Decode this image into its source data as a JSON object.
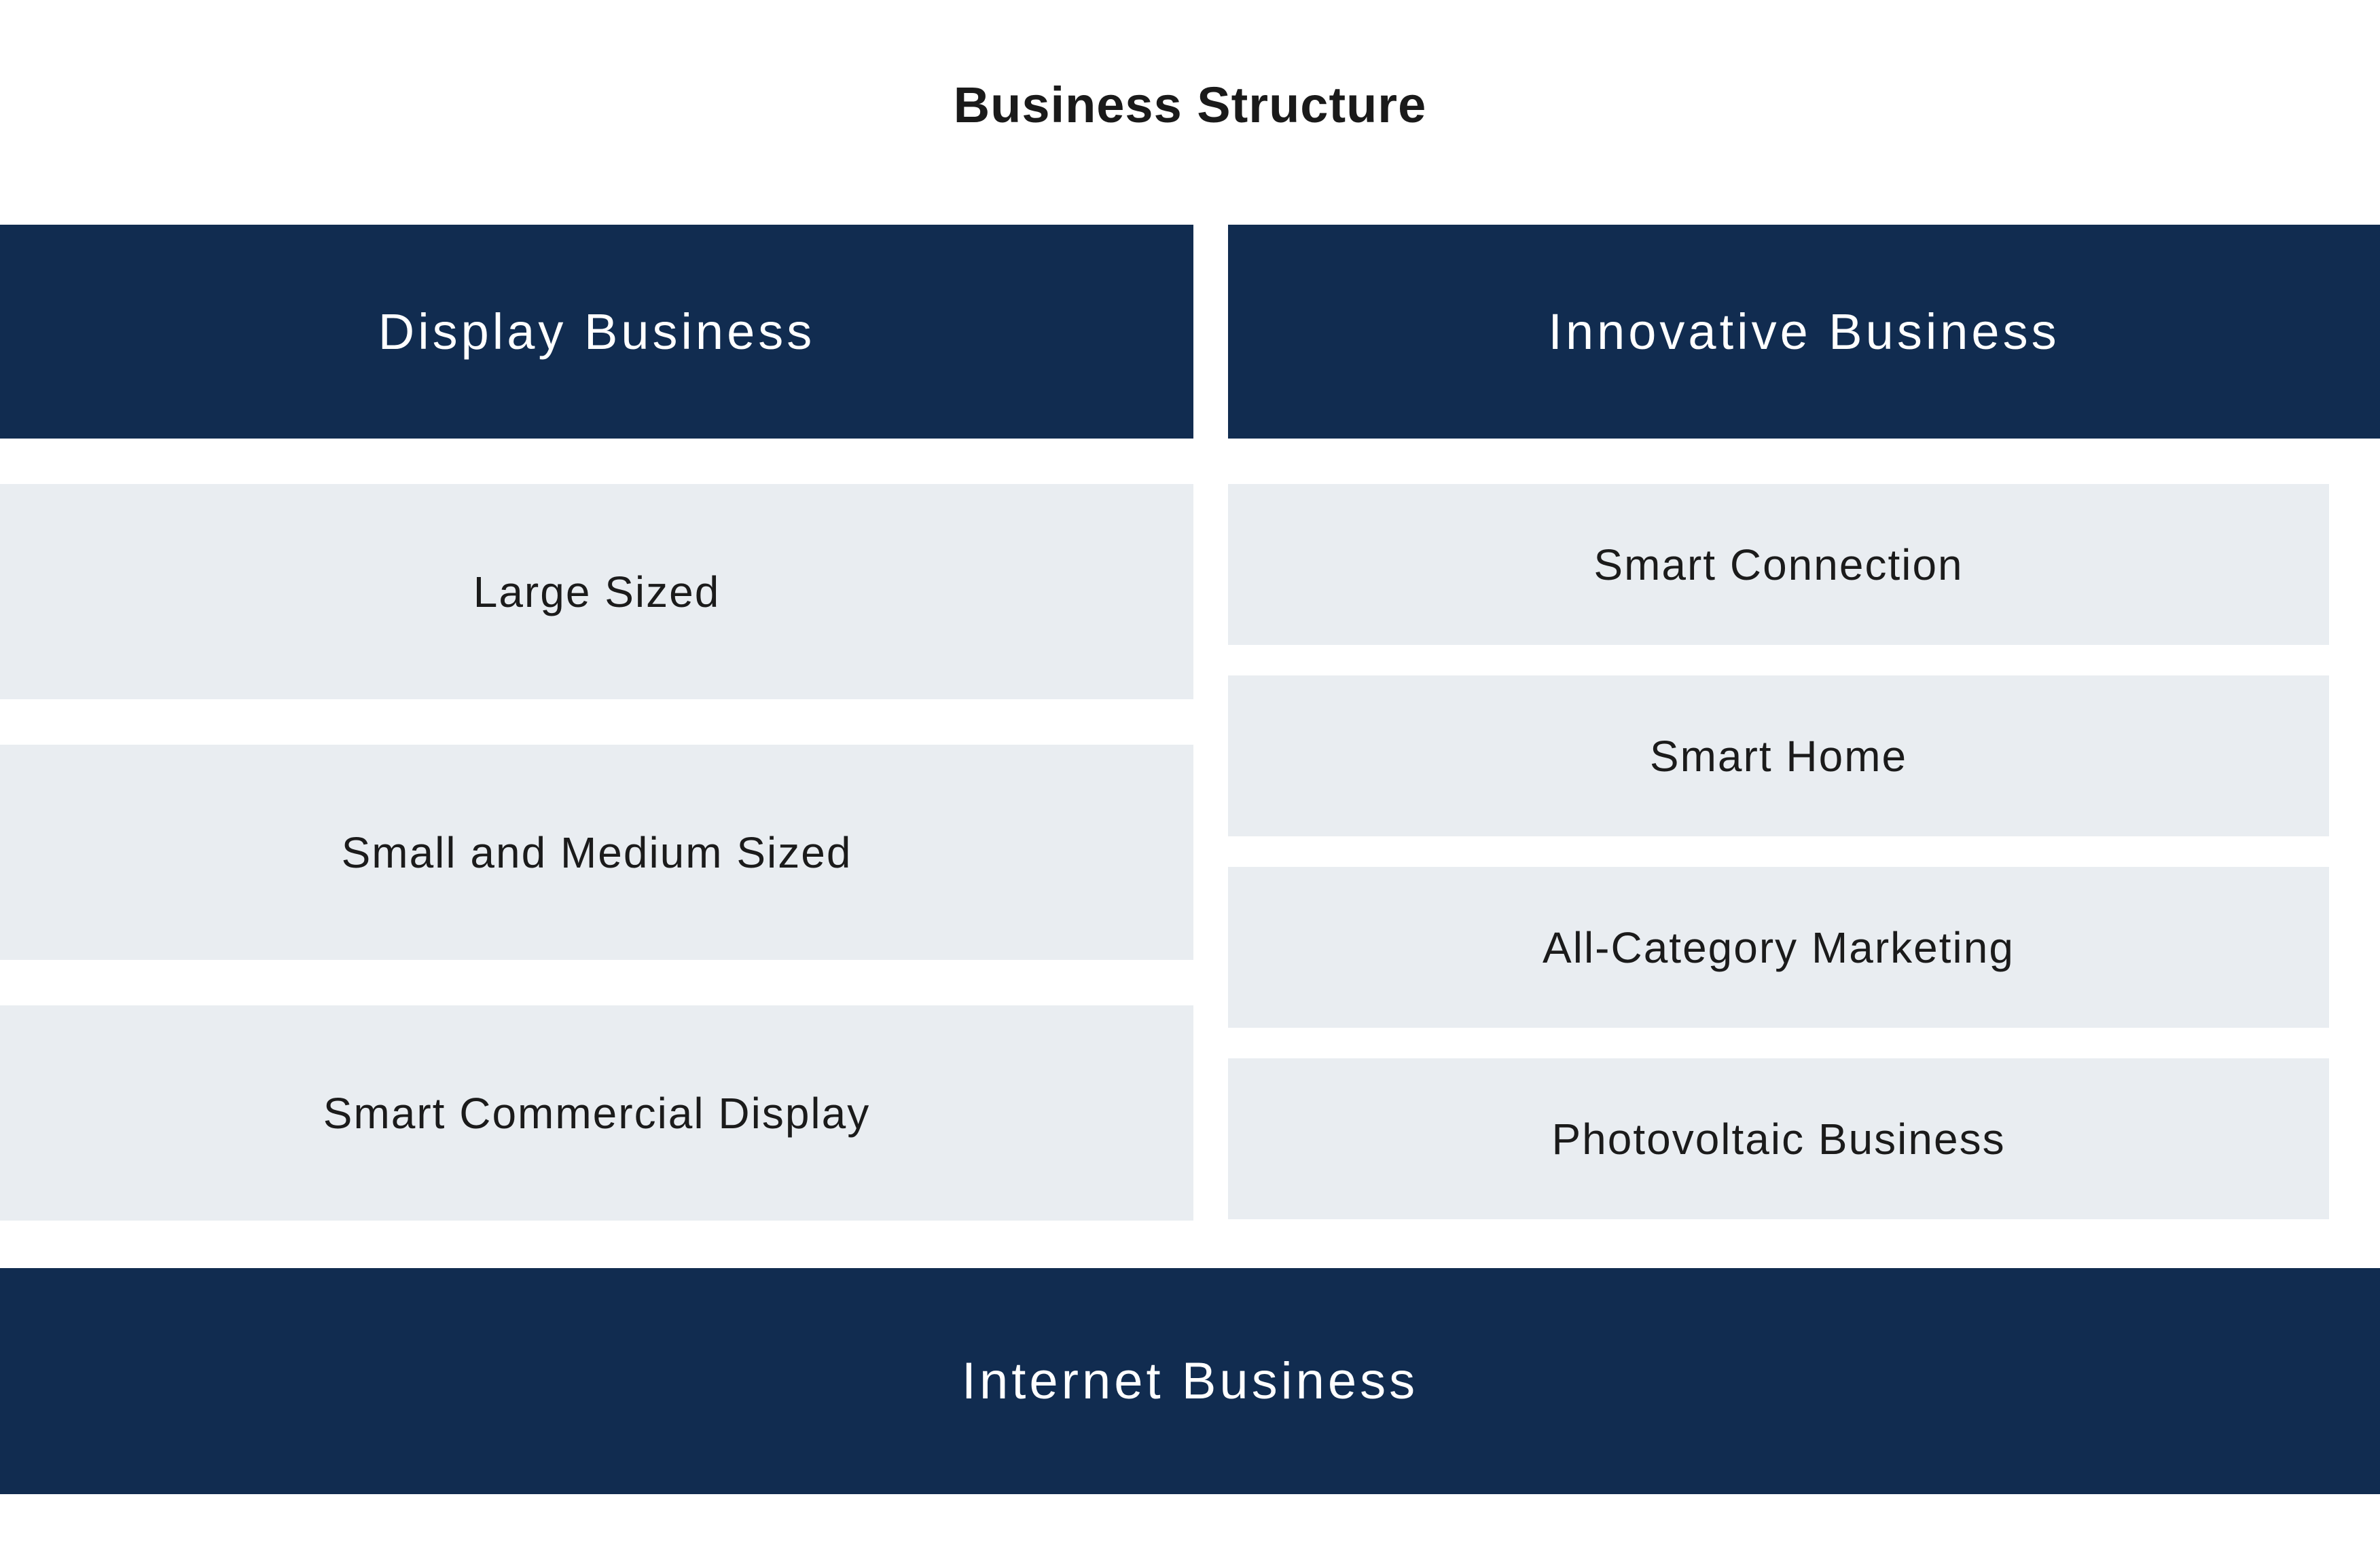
{
  "title": "Business Structure",
  "colors": {
    "header_navy": "#112c50",
    "item_background": "#e9edf1",
    "header_text": "#ffffff",
    "item_text": "#1b1b1b"
  },
  "columns": [
    {
      "header": "Display Business",
      "items": [
        "Large Sized",
        "Small and Medium Sized",
        "Smart Commercial Display"
      ]
    },
    {
      "header": "Innovative Business",
      "items": [
        "Smart Connection",
        "Smart Home",
        "All-Category Marketing",
        "Photovoltaic Business"
      ]
    }
  ],
  "footer": "Internet Business"
}
